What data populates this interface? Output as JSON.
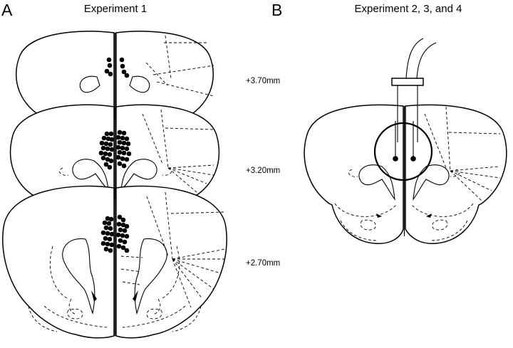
{
  "panel_a": {
    "letter": "A",
    "title": "Experiment 1",
    "sections": [
      {
        "ap_label": "+3.70mm"
      },
      {
        "ap_label": "+3.20mm"
      },
      {
        "ap_label": "+2.70mm"
      }
    ]
  },
  "panel_b": {
    "letter": "B",
    "title": "Experiment 2, 3, and 4"
  }
}
